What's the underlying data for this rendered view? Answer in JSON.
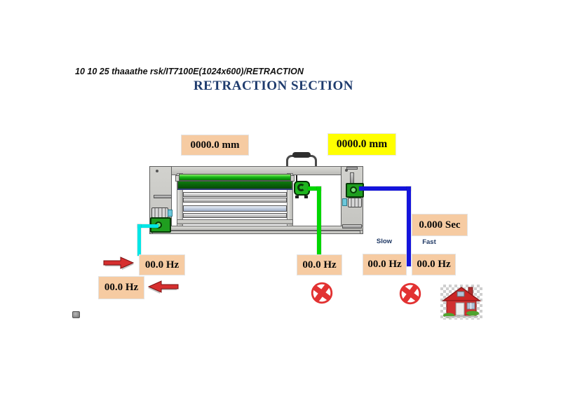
{
  "header": {
    "breadcrumb": "10 10 25 thaaathe rsk/IT7100E(1024x600)/RETRACTION",
    "title": "RETRACTION SECTION"
  },
  "readouts": {
    "retraction_length_mm": "0000.0 mm",
    "target_length_mm": "0000.0 mm",
    "delay_sec": "0.000 Sec",
    "entry_forward_hz": "00.0 Hz",
    "entry_reverse_hz": "00.0 Hz",
    "center_drive_hz": "00.0 Hz",
    "slow_drive_hz": "00.0 Hz",
    "fast_drive_hz": "00.0 Hz"
  },
  "labels": {
    "slow": "Slow",
    "fast": "Fast"
  },
  "icons": {
    "forward_arrow": "red-arrow-right",
    "reverse_arrow": "red-arrow-left",
    "center_drive_status": "red-x-circle",
    "fast_drive_status": "red-x-circle",
    "home_button": "red-house",
    "corner_glyph": "small-gray-glyph"
  },
  "colors": {
    "peach_box": "#F6CBA2",
    "yellow_box": "#FFFF00",
    "title_navy": "#1F3C6E",
    "label_navy": "#1F3864",
    "cyan_line": "#00E6E6",
    "green_line": "#00D600",
    "blue_line": "#1414DC",
    "status_red": "#E23232",
    "machine_gray": "#C9C9C5",
    "roller_green": "#00A000"
  }
}
